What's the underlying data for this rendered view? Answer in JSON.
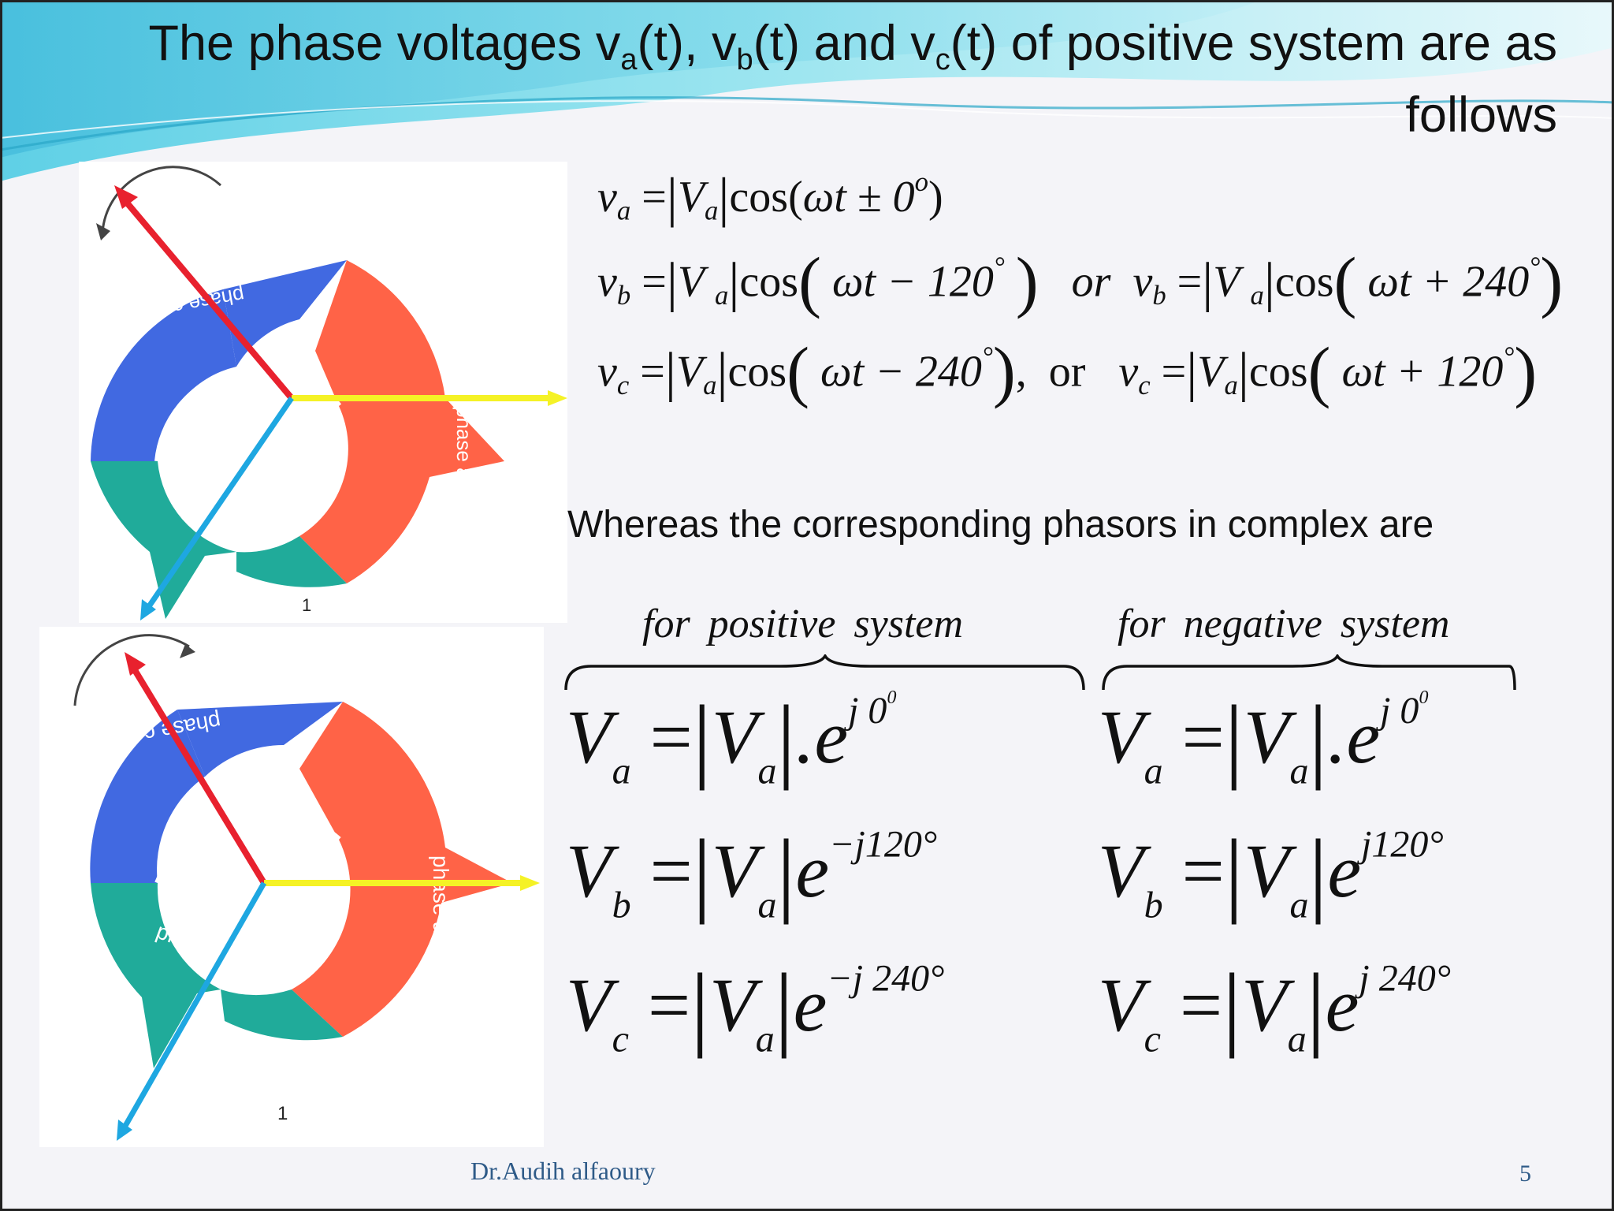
{
  "slide": {
    "title_parts": {
      "t1": "The phase voltages v",
      "s1": "a",
      "t2": "(t), v",
      "s2": "b",
      "t3": "(t) and v",
      "s3": "c",
      "t4": "(t) of positive system are as follows"
    },
    "diagram_labels": {
      "phase_a": "phase a",
      "phase_b": "phase b",
      "phase_c": "phase c",
      "marker": "1"
    },
    "equations": {
      "va": {
        "lhs": "v",
        "sub": "a",
        "mag": "V",
        "magsub": "a",
        "arg": "ωt ± 0",
        "deg": "o"
      },
      "vb": {
        "lhs": "v",
        "sub": "b",
        "mag": "V",
        "magsub": "a",
        "arg1": "ωt − 120",
        "or": "or",
        "arg2": "ωt + 240"
      },
      "vc": {
        "lhs": "v",
        "sub": "c",
        "mag": "V",
        "magsub": "a",
        "arg1": "ωt − 240",
        "or": "or",
        "arg2": "ωt + 120"
      },
      "cos": "cos",
      "degree": "°",
      "comma": ","
    },
    "whereas_text": "Whereas the corresponding phasors in complex are",
    "positive_label": "for positive system",
    "negative_label": "for negative system",
    "phasors": {
      "V": "V",
      "a": "a",
      "b": "b",
      "c": "c",
      "e": "e",
      "dot_e": ".e",
      "pos_exp_a": "j 0",
      "pos_exp_a_sup": "0",
      "pos_exp_b": "−j120",
      "pos_exp_c": "−j 240",
      "neg_exp_a": "j 0",
      "neg_exp_a_sup": "0",
      "neg_exp_b": "j120",
      "neg_exp_c": "j 240",
      "deg": "°"
    },
    "footer": "Dr.Audih alfaoury",
    "page_number": "5"
  },
  "colors": {
    "phase_a": "#ff6347",
    "phase_b": "#20ab9a",
    "phase_c": "#4169e1",
    "arrow_red": "#e8212e",
    "arrow_yellow": "#f5f226",
    "arrow_blue": "#1ea7e1",
    "footer": "#2f5b88"
  }
}
